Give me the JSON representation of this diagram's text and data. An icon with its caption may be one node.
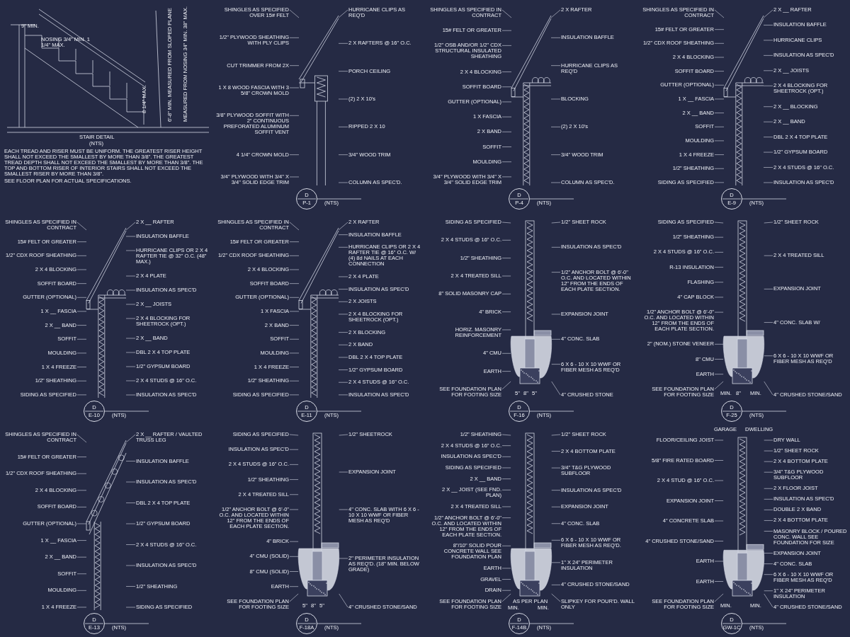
{
  "diagram": {
    "nodes": [
      {
        "text": [
          "SHINGLES AS SPECIFIED OVER 15# FELT"
        ]
      },
      {
        "text": [
          "1/2\" PLYWOOD SHEATHING WITH PLY CLIPS"
        ]
      },
      {
        "text": [
          "CUT TRIMMER FROM 2X"
        ]
      },
      {
        "text": [
          "1 X 8 WOOD FASCIA WITH 3 5/8\" CROWN MOLD"
        ]
      },
      {
        "text": [
          "3/8\" PLYWOOD SOFFIT WITH 2\" CONTINUOUS PREFORATED ALUMINUM SOFFIT VENT"
        ]
      },
      {
        "text": [
          "4 1/4\" CROWN MOLD"
        ]
      },
      {
        "text": [
          "3/4\" PLYWOOD WITH 3/4\" X 3/4\" SOLID EDGE TRIM"
        ]
      },
      {
        "text": [
          "HURRICANE CLIPS AS REQ'D"
        ]
      },
      {
        "text": [
          "2 X RAFTERS @ 16\" O.C."
        ]
      },
      {
        "text": [
          "PORCH CEILING"
        ]
      },
      {
        "text": [
          "(2) 2 X 10's"
        ]
      },
      {
        "text": [
          "RIPPED 2 X 10"
        ]
      },
      {
        "text": [
          "3/4\" WOOD TRIM"
        ]
      },
      {
        "text": [
          "COLUMN AS SPEC'D."
        ]
      },
      {
        "text": [
          "SHINGLES AS SPECIFIED IN CONTRACT"
        ]
      },
      {
        "text": [
          "15# FELT OR GREATER"
        ]
      },
      {
        "text": [
          "1/2\" OSB AND/OR 1/2\" CDX STRUCTURAL INSULATED SHEATHING"
        ]
      },
      {
        "text": [
          "2 X 4 BLOCKING"
        ]
      },
      {
        "text": [
          "SOFFIT BOARD"
        ]
      },
      {
        "text": [
          "GUTTER (OPTIONAL)"
        ]
      },
      {
        "text": [
          "1 X FASCIA"
        ]
      },
      {
        "text": [
          "2 X BAND"
        ]
      },
      {
        "text": [
          "SOFFIT"
        ]
      },
      {
        "text": [
          "MOULDING"
        ]
      },
      {
        "text": [
          "3/4\" PLYWOOD WITH 3/4\" X 3/4\" SOLID EDGE TRIM"
        ]
      },
      {
        "text": [
          "2 X RAFTER"
        ]
      },
      {
        "text": [
          "INSULATION BAFFLE"
        ]
      },
      {
        "text": [
          "HURRICANE CLIPS AS REQ'D"
        ]
      },
      {
        "text": [
          "BLOCKING"
        ]
      },
      {
        "text": [
          "(2) 2 X 10's"
        ]
      },
      {
        "text": [
          "3/4\" WOOD TRIM"
        ]
      },
      {
        "text": [
          "COLUMN AS SPEC'D."
        ]
      },
      {
        "text": [
          "SHINGLES AS SPECIFIED IN CONTRACT"
        ]
      },
      {
        "text": [
          "15# FELT OR GREATER"
        ]
      },
      {
        "text": [
          "1/2\" CDX ROOF SHEATHING"
        ]
      },
      {
        "text": [
          "2 X 4 BLOCKING"
        ]
      },
      {
        "text": [
          "SOFFIT BOARD"
        ]
      },
      {
        "text": [
          "GUTTER (OPTIONAL)"
        ]
      },
      {
        "text": [
          "1 X __ FASCIA"
        ]
      },
      {
        "text": [
          "2 X __ BAND"
        ]
      },
      {
        "text": [
          "SOFFIT"
        ]
      },
      {
        "text": [
          "MOULDING"
        ]
      },
      {
        "text": [
          "1 X 4 FREEZE"
        ]
      },
      {
        "text": [
          "1/2\" SHEATHING"
        ]
      },
      {
        "text": [
          "SIDING AS SPECIFIED"
        ]
      },
      {
        "text": [
          "2 X __ RAFTER"
        ]
      },
      {
        "text": [
          "INSULATION BAFFLE"
        ]
      },
      {
        "text": [
          "HURRICANE CLIPS"
        ]
      },
      {
        "text": [
          "INSULATION AS SPEC'D"
        ]
      },
      {
        "text": [
          "2 X __ JOISTS"
        ]
      },
      {
        "text": [
          "2 X 4 BLOCKING FOR SHEETROCK (OPT.)"
        ]
      },
      {
        "text": [
          "2 X __ BLOCKING"
        ]
      },
      {
        "text": [
          "2 X __ BAND"
        ]
      },
      {
        "text": [
          "DBL 2 X 4 TOP PLATE"
        ]
      },
      {
        "text": [
          "1/2\" GYPSUM BOARD"
        ]
      },
      {
        "text": [
          "2 X 4 STUDS @ 16\" O.C."
        ]
      },
      {
        "text": [
          "INSULATION AS SPEC'D"
        ]
      },
      {
        "text": [
          "SHINGLES AS SPECIFIED IN CONTRACT"
        ]
      },
      {
        "text": [
          "15# FELT OR GREATER"
        ]
      },
      {
        "text": [
          "1/2\" CDX ROOF SHEATHING"
        ]
      },
      {
        "text": [
          "2 X 4 BLOCKING"
        ]
      },
      {
        "text": [
          "SOFFIT BOARD"
        ]
      },
      {
        "text": [
          "GUTTER (OPTIONAL)"
        ]
      },
      {
        "text": [
          "1 X __ FASCIA"
        ]
      },
      {
        "text": [
          "2 X __ BAND"
        ]
      },
      {
        "text": [
          "SOFFIT"
        ]
      },
      {
        "text": [
          "MOULDING"
        ]
      },
      {
        "text": [
          "1 X 4 FREEZE"
        ]
      },
      {
        "text": [
          "1/2\" SHEATHING"
        ]
      },
      {
        "text": [
          "SIDING AS SPECIFIED"
        ]
      },
      {
        "text": [
          "2 X __ RAFTER"
        ]
      },
      {
        "text": [
          "INSULATION BAFFLE"
        ]
      },
      {
        "text": [
          "HURRICANE CLIPS OR 2 X 4 RAFTER TIE @ 32\" O.C. (48\" MAX.)"
        ]
      },
      {
        "text": [
          "2 X 4 PLATE"
        ]
      },
      {
        "text": [
          "INSULATION AS SPEC'D"
        ]
      },
      {
        "text": [
          "2 X __ JOISTS"
        ]
      },
      {
        "text": [
          "2 X 4 BLOCKING FOR SHEETROCK (OPT.)"
        ]
      },
      {
        "text": [
          "2 X __ BAND"
        ]
      },
      {
        "text": [
          "DBL 2 X 4 TOP PLATE"
        ]
      },
      {
        "text": [
          "1/2\" GYPSUM BOARD"
        ]
      },
      {
        "text": [
          "2 X 4 STUDS @ 16\" O.C."
        ]
      },
      {
        "text": [
          "INSULATION AS SPEC'D"
        ]
      },
      {
        "text": [
          "SHINGLES AS SPECIFIED IN CONTRACT"
        ]
      },
      {
        "text": [
          "15# FELT OR GREATER"
        ]
      },
      {
        "text": [
          "1/2\" CDX ROOF SHEATHING"
        ]
      },
      {
        "text": [
          "2 X 4 BLOCKING"
        ]
      },
      {
        "text": [
          "SOFFIT BOARD"
        ]
      },
      {
        "text": [
          "GUTTER (OPTIONAL)"
        ]
      },
      {
        "text": [
          "1 X FASCIA"
        ]
      },
      {
        "text": [
          "2 X BAND"
        ]
      },
      {
        "text": [
          "SOFFIT"
        ]
      },
      {
        "text": [
          "MOULDING"
        ]
      },
      {
        "text": [
          "1 X 4 FREEZE"
        ]
      },
      {
        "text": [
          "1/2\" SHEATHING"
        ]
      },
      {
        "text": [
          "SIDING AS SPECIFIED"
        ]
      },
      {
        "text": [
          "2 X RAFTER"
        ]
      },
      {
        "text": [
          "INSULATION BAFFLE"
        ]
      },
      {
        "text": [
          "HURRICANE CLIPS OR 2 X 4 RAFTER TIE @ 16\" O.C. W/ (4) 8d NAILS AT EACH CONNECTION"
        ]
      },
      {
        "text": [
          "2 X 4 PLATE"
        ]
      },
      {
        "text": [
          "INSULATION AS SPEC'D"
        ]
      },
      {
        "text": [
          "2 X JOISTS"
        ]
      },
      {
        "text": [
          "2 X 4 BLOCKING FOR SHEETROCK (OPT.)"
        ]
      },
      {
        "text": [
          "2 X BLOCKING"
        ]
      },
      {
        "text": [
          "2 X BAND"
        ]
      },
      {
        "text": [
          "DBL 2 X 4 TOP PLATE"
        ]
      },
      {
        "text": [
          "1/2\" GYPSUM BOARD"
        ]
      },
      {
        "text": [
          "2 X 4 STUDS @ 16\" O.C."
        ]
      },
      {
        "text": [
          "INSULATION AS SPEC'D"
        ]
      },
      {
        "text": [
          "SIDING AS SPECIFIED"
        ]
      },
      {
        "text": [
          "2 X 4 STUDS @ 16\" O.C."
        ]
      },
      {
        "text": [
          "1/2\" SHEATHING"
        ]
      },
      {
        "text": [
          "2 X 4 TREATED SILL"
        ]
      },
      {
        "text": [
          "8\" SOLID MASONRY CAP"
        ]
      },
      {
        "text": [
          "4\" BRICK"
        ]
      },
      {
        "text": [
          "HORIZ. MASONRY REINFORCEMENT"
        ]
      },
      {
        "text": [
          "4\" CMU"
        ]
      },
      {
        "text": [
          "EARTH"
        ]
      },
      {
        "text": [
          "SEE FOUNDATION PLAN FOR FOOTING SIZE"
        ]
      },
      {
        "text": [
          "1/2\" SHEET ROCK"
        ]
      },
      {
        "text": [
          "INSULATION AS SPEC'D"
        ]
      },
      {
        "text": [
          "1/2\" ANCHOR BOLT @ 6'-0\" O.C. AND LOCATED WITHIN 12\" FROM THE ENDS OF EACH PLATE SECTION."
        ]
      },
      {
        "text": [
          "EXPANSION JOINT"
        ]
      },
      {
        "text": [
          "4\" CONC. SLAB"
        ]
      },
      {
        "text": [
          "6 X 6 - 10 X 10 WWF OR FIBER MESH AS REQ'D"
        ]
      },
      {
        "text": [
          "4\" CRUSHED STONE"
        ]
      },
      {
        "text": [
          "SIDING AS SPECIFIED"
        ]
      },
      {
        "text": [
          "1/2\" SHEATHING"
        ]
      },
      {
        "text": [
          "2 X 4 STUDS @ 16\" O.C."
        ]
      },
      {
        "text": [
          "R-13 INSULATION"
        ]
      },
      {
        "text": [
          "FLASHING"
        ]
      },
      {
        "text": [
          "4\" CAP BLOCK"
        ]
      },
      {
        "text": [
          "1/2\" ANCHOR BOLT @ 6'-0\" O.C. AND LOCATED WITHIN 12\" FROM THE ENDS OF EACH PLATE SECTION."
        ]
      },
      {
        "text": [
          "2\" (NOM.) STONE VENEER"
        ]
      },
      {
        "text": [
          "8\" CMU"
        ]
      },
      {
        "text": [
          "EARTH"
        ]
      },
      {
        "text": [
          "SEE FOUNDATION PLAN FOR FOOTING SIZE"
        ]
      },
      {
        "text": [
          "1/2\" SHEET ROCK"
        ]
      },
      {
        "text": [
          "2 X 4 TREATED SILL"
        ]
      },
      {
        "text": [
          "EXPANSION JOINT"
        ]
      },
      {
        "text": [
          "4\" CONC. SLAB W/"
        ]
      },
      {
        "text": [
          "6 X 6 - 10 X 10 WWF OR FIBER MESH AS REQ'D"
        ]
      },
      {
        "text": [
          "4\" CRUSHED STONE/SAND"
        ]
      },
      {
        "text": [
          "SHINGLES AS SPECIFIED IN CONTRACT"
        ]
      },
      {
        "text": [
          "15# FELT OR GREATER"
        ]
      },
      {
        "text": [
          "1/2\" CDX ROOF SHEATHING"
        ]
      },
      {
        "text": [
          "2 X 4 BLOCKING"
        ]
      },
      {
        "text": [
          "SOFFIT BOARD"
        ]
      },
      {
        "text": [
          "GUTTER (OPTIONAL)"
        ]
      },
      {
        "text": [
          "1 X __ FASCIA"
        ]
      },
      {
        "text": [
          "2 X __ BAND"
        ]
      },
      {
        "text": [
          "SOFFIT"
        ]
      },
      {
        "text": [
          "MOULDING"
        ]
      },
      {
        "text": [
          "1 X 4 FREEZE"
        ]
      },
      {
        "text": [
          "2 X __ RAFTER / VAULTED TRUSS LEG"
        ]
      },
      {
        "text": [
          "INSULATION BAFFLE"
        ]
      },
      {
        "text": [
          "INSULATION AS SPEC'D"
        ]
      },
      {
        "text": [
          "DBL 2 X 4 TOP PLATE"
        ]
      },
      {
        "text": [
          "1/2\" GYPSUM BOARD"
        ]
      },
      {
        "text": [
          "2 X 4 STUDS @ 16\" O.C."
        ]
      },
      {
        "text": [
          "INSULATION AS SPEC'D"
        ]
      },
      {
        "text": [
          "1/2\" SHEATHING"
        ]
      },
      {
        "text": [
          "SIDING AS SPECIFIED"
        ]
      },
      {
        "text": [
          "SIDING AS SPECIFIED"
        ]
      },
      {
        "text": [
          "INSULATION AS SPEC'D"
        ]
      },
      {
        "text": [
          "2 X 4 STUDS @ 16\" O.C."
        ]
      },
      {
        "text": [
          "1/2\" SHEATHING"
        ]
      },
      {
        "text": [
          "2 X 4 TREATED SILL"
        ]
      },
      {
        "text": [
          "1/2\" ANCHOR BOLT @ 6'-0\" O.C. AND LOCATED WITHIN 12\" FROM THE ENDS OF EACH PLATE SECTION."
        ]
      },
      {
        "text": [
          "4\" BRICK"
        ]
      },
      {
        "text": [
          "4\" CMU (SOLID)"
        ]
      },
      {
        "text": [
          "8\" CMU (SOLID)"
        ]
      },
      {
        "text": [
          "EARTH"
        ]
      },
      {
        "text": [
          "SEE FOUNDATION PLAN FOR FOOTING SIZE"
        ]
      },
      {
        "text": [
          "1/2\" SHEETROCK"
        ]
      },
      {
        "text": [
          "EXPANSION JOINT"
        ]
      },
      {
        "text": [
          "4\" CONC. SLAB WITH 6 X 6 - 10 X 10 WWF OR FIBER MESH AS REQ'D"
        ]
      },
      {
        "text": [
          "2\" PERIMETER INSULATION AS REQ'D. (18\" MIN. BELOW GRADE)"
        ]
      },
      {
        "text": [
          "4\" CRUSHED STONE/SAND"
        ]
      },
      {
        "text": [
          "1/2\" SHEATHING"
        ]
      },
      {
        "text": [
          "2 X 4 STUDS @ 16\" O.C."
        ]
      },
      {
        "text": [
          "INSULATION AS SPEC'D"
        ]
      },
      {
        "text": [
          "SIDING AS SPECIFIED"
        ]
      },
      {
        "text": [
          "2 X __ BAND"
        ]
      },
      {
        "text": [
          "2 X __ JOIST (SEE FND. PLAN)"
        ]
      },
      {
        "text": [
          "2 X 4 TREATED SILL"
        ]
      },
      {
        "text": [
          "1/2\" ANCHOR BOLT @ 6'-0\" O.C. AND LOCATED WITHIN 12\" FROM THE ENDS OF EACH PLATE SECTION."
        ]
      },
      {
        "text": [
          "8\"/10\" SOLID POUR CONCRETE WALL SEE FOUNDATION PLAN"
        ]
      },
      {
        "text": [
          "EARTH"
        ]
      },
      {
        "text": [
          "GRAVEL"
        ]
      },
      {
        "text": [
          "DRAIN"
        ]
      },
      {
        "text": [
          "SEE FOUNDATION PLAN FOR FOOTING SIZE"
        ]
      },
      {
        "text": [
          "1/2\" SHEET ROCK"
        ]
      },
      {
        "text": [
          "2 X 4 BOTTOM PLATE"
        ]
      },
      {
        "text": [
          "3/4\" T&G PLYWOOD SUBFLOOR"
        ]
      },
      {
        "text": [
          "INSULATION AS SPEC'D"
        ]
      },
      {
        "text": [
          "EXPANSION JOINT"
        ]
      },
      {
        "text": [
          "4\" CONC. SLAB"
        ]
      },
      {
        "text": [
          "6 X 6 - 10 X 10 WWF OR FIBER MESH AS REQ'D."
        ]
      },
      {
        "text": [
          "1\" X 24\" PERIMETER INSULATION"
        ]
      },
      {
        "text": [
          "4\" CRUSHED STONE/SAND"
        ]
      },
      {
        "text": [
          "SLIPKEY FOR POUR'D. WALL ONLY"
        ]
      },
      {
        "text": [
          "FLOOR/CEILING JOIST"
        ]
      },
      {
        "text": [
          "5/8\" FIRE RATED BOARD"
        ]
      },
      {
        "text": [
          "2 X 4 STUD @ 16\" O.C."
        ]
      },
      {
        "text": [
          "EXPANSION JOINT"
        ]
      },
      {
        "text": [
          "4\" CONCRETE SLAB"
        ]
      },
      {
        "text": [
          "4\" CRUSHED STONE/SAND"
        ]
      },
      {
        "text": [
          "EARTH"
        ]
      },
      {
        "text": [
          "EARTH"
        ]
      },
      {
        "text": [
          "SEE FOUNDATION PLAN FOR FOOTING SIZE"
        ]
      },
      {
        "text": [
          "DRY WALL"
        ]
      },
      {
        "text": [
          "1/2\" SHEET ROCK"
        ]
      },
      {
        "text": [
          "2 X 4 BOTTOM PLATE"
        ]
      },
      {
        "text": [
          "3/4\" T&G PLYWOOD SUBFLOOR"
        ]
      },
      {
        "text": [
          "2 X FLOOR JOIST"
        ]
      },
      {
        "text": [
          "INSULATION AS SPEC'D"
        ]
      },
      {
        "text": [
          "DOUBLE 2 X BAND"
        ]
      },
      {
        "text": [
          "2 X 4 BOTTOM PLATE"
        ]
      },
      {
        "text": [
          "MASONRY BLOCK / POURED CONC. WALL SEE FOUNDATION FOR SIZE"
        ]
      },
      {
        "text": [
          "EXPANSION JOINT"
        ]
      },
      {
        "text": [
          "4\" CONC. SLAB"
        ]
      },
      {
        "text": [
          "6 X 6 - 10 X 10 WWF OR FIBER MESH AS REQ'D"
        ]
      },
      {
        "text": [
          "1\" X 24\" PERIMETER INSULATION"
        ]
      },
      {
        "text": [
          "4\" CRUSHED STONE/SAND"
        ]
      },
      {
        "text": [],
        "shape": "picture"
      },
      {
        "text": [],
        "shape": "picture"
      },
      {
        "text": [],
        "shape": "picture"
      },
      {
        "text": [],
        "shape": "picture"
      },
      {
        "text": [],
        "shape": "picture"
      },
      {
        "text": [],
        "shape": "picture"
      },
      {
        "text": [],
        "shape": "picture"
      },
      {
        "text": [],
        "shape": "picture"
      },
      {
        "text": [],
        "shape": "picture"
      },
      {
        "text": [],
        "shape": "picture"
      },
      {
        "text": [],
        "shape": "picture"
      }
    ],
    "edges": [
      {
        "from": 0,
        "to": 224,
        "arrow": "none"
      },
      {
        "from": 1,
        "to": 224,
        "arrow": "none"
      },
      {
        "from": 2,
        "to": 224,
        "arrow": "none"
      },
      {
        "from": 3,
        "to": 224,
        "arrow": "none"
      },
      {
        "from": 4,
        "to": 224,
        "arrow": "none"
      },
      {
        "from": 5,
        "to": 224,
        "arrow": "none"
      },
      {
        "from": 6,
        "to": 224,
        "arrow": "none"
      },
      {
        "from": 7,
        "to": 224,
        "arrow": "none"
      },
      {
        "from": 8,
        "to": 224,
        "arrow": "none"
      },
      {
        "from": 9,
        "to": 224,
        "arrow": "none"
      },
      {
        "from": 10,
        "to": 224,
        "arrow": "none"
      },
      {
        "from": 11,
        "to": 224,
        "arrow": "none"
      },
      {
        "from": 12,
        "to": 224,
        "arrow": "none"
      },
      {
        "from": 13,
        "to": 224,
        "arrow": "none"
      },
      {
        "from": 14,
        "to": 225,
        "arrow": "none"
      },
      {
        "from": 15,
        "to": 225,
        "arrow": "none"
      },
      {
        "from": 16,
        "to": 225,
        "arrow": "none"
      },
      {
        "from": 17,
        "to": 225,
        "arrow": "none"
      },
      {
        "from": 18,
        "to": 225,
        "arrow": "none"
      },
      {
        "from": 19,
        "to": 225,
        "arrow": "none"
      },
      {
        "from": 20,
        "to": 225,
        "arrow": "none"
      },
      {
        "from": 21,
        "to": 225,
        "arrow": "none"
      },
      {
        "from": 22,
        "to": 225,
        "arrow": "none"
      },
      {
        "from": 23,
        "to": 225,
        "arrow": "none"
      },
      {
        "from": 24,
        "to": 225,
        "arrow": "none"
      },
      {
        "from": 25,
        "to": 225,
        "arrow": "none"
      },
      {
        "from": 26,
        "to": 225,
        "arrow": "none"
      },
      {
        "from": 27,
        "to": 225,
        "arrow": "none"
      },
      {
        "from": 28,
        "to": 225,
        "arrow": "none"
      },
      {
        "from": 29,
        "to": 225,
        "arrow": "none"
      },
      {
        "from": 30,
        "to": 225,
        "arrow": "none"
      },
      {
        "from": 31,
        "to": 225,
        "arrow": "none"
      },
      {
        "from": 32,
        "to": 226,
        "arrow": "none"
      },
      {
        "from": 33,
        "to": 226,
        "arrow": "none"
      },
      {
        "from": 34,
        "to": 226,
        "arrow": "none"
      },
      {
        "from": 35,
        "to": 226,
        "arrow": "none"
      },
      {
        "from": 36,
        "to": 226,
        "arrow": "none"
      },
      {
        "from": 37,
        "to": 226,
        "arrow": "none"
      },
      {
        "from": 38,
        "to": 226,
        "arrow": "none"
      },
      {
        "from": 39,
        "to": 226,
        "arrow": "none"
      },
      {
        "from": 40,
        "to": 226,
        "arrow": "none"
      },
      {
        "from": 41,
        "to": 226,
        "arrow": "none"
      },
      {
        "from": 42,
        "to": 226,
        "arrow": "none"
      },
      {
        "from": 43,
        "to": 226,
        "arrow": "none"
      },
      {
        "from": 44,
        "to": 226,
        "arrow": "none"
      },
      {
        "from": 45,
        "to": 226,
        "arrow": "none"
      },
      {
        "from": 46,
        "to": 226,
        "arrow": "none"
      },
      {
        "from": 47,
        "to": 226,
        "arrow": "none"
      },
      {
        "from": 48,
        "to": 226,
        "arrow": "none"
      },
      {
        "from": 49,
        "to": 226,
        "arrow": "none"
      },
      {
        "from": 50,
        "to": 226,
        "arrow": "none"
      },
      {
        "from": 51,
        "to": 226,
        "arrow": "none"
      },
      {
        "from": 52,
        "to": 226,
        "arrow": "none"
      },
      {
        "from": 53,
        "to": 226,
        "arrow": "none"
      },
      {
        "from": 54,
        "to": 226,
        "arrow": "none"
      },
      {
        "from": 55,
        "to": 226,
        "arrow": "none"
      },
      {
        "from": 56,
        "to": 226,
        "arrow": "none"
      },
      {
        "from": 57,
        "to": 227,
        "arrow": "none"
      },
      {
        "from": 58,
        "to": 227,
        "arrow": "none"
      },
      {
        "from": 59,
        "to": 227,
        "arrow": "none"
      },
      {
        "from": 60,
        "to": 227,
        "arrow": "none"
      },
      {
        "from": 61,
        "to": 227,
        "arrow": "none"
      },
      {
        "from": 62,
        "to": 227,
        "arrow": "none"
      },
      {
        "from": 63,
        "to": 227,
        "arrow": "none"
      },
      {
        "from": 64,
        "to": 227,
        "arrow": "none"
      },
      {
        "from": 65,
        "to": 227,
        "arrow": "none"
      },
      {
        "from": 66,
        "to": 227,
        "arrow": "none"
      },
      {
        "from": 67,
        "to": 227,
        "arrow": "none"
      },
      {
        "from": 68,
        "to": 227,
        "arrow": "none"
      },
      {
        "from": 69,
        "to": 227,
        "arrow": "none"
      },
      {
        "from": 70,
        "to": 227,
        "arrow": "none"
      },
      {
        "from": 71,
        "to": 227,
        "arrow": "none"
      },
      {
        "from": 72,
        "to": 227,
        "arrow": "none"
      },
      {
        "from": 73,
        "to": 227,
        "arrow": "none"
      },
      {
        "from": 74,
        "to": 227,
        "arrow": "none"
      },
      {
        "from": 75,
        "to": 227,
        "arrow": "none"
      },
      {
        "from": 76,
        "to": 227,
        "arrow": "none"
      },
      {
        "from": 77,
        "to": 227,
        "arrow": "none"
      },
      {
        "from": 78,
        "to": 227,
        "arrow": "none"
      },
      {
        "from": 79,
        "to": 227,
        "arrow": "none"
      },
      {
        "from": 80,
        "to": 227,
        "arrow": "none"
      },
      {
        "from": 81,
        "to": 227,
        "arrow": "none"
      },
      {
        "from": 82,
        "to": 228,
        "arrow": "none"
      },
      {
        "from": 83,
        "to": 228,
        "arrow": "none"
      },
      {
        "from": 84,
        "to": 228,
        "arrow": "none"
      },
      {
        "from": 85,
        "to": 228,
        "arrow": "none"
      },
      {
        "from": 86,
        "to": 228,
        "arrow": "none"
      },
      {
        "from": 87,
        "to": 228,
        "arrow": "none"
      },
      {
        "from": 88,
        "to": 228,
        "arrow": "none"
      },
      {
        "from": 89,
        "to": 228,
        "arrow": "none"
      },
      {
        "from": 90,
        "to": 228,
        "arrow": "none"
      },
      {
        "from": 91,
        "to": 228,
        "arrow": "none"
      },
      {
        "from": 92,
        "to": 228,
        "arrow": "none"
      },
      {
        "from": 93,
        "to": 228,
        "arrow": "none"
      },
      {
        "from": 94,
        "to": 228,
        "arrow": "none"
      },
      {
        "from": 95,
        "to": 228,
        "arrow": "none"
      },
      {
        "from": 96,
        "to": 228,
        "arrow": "none"
      },
      {
        "from": 97,
        "to": 228,
        "arrow": "none"
      },
      {
        "from": 98,
        "to": 228,
        "arrow": "none"
      },
      {
        "from": 99,
        "to": 228,
        "arrow": "none"
      },
      {
        "from": 100,
        "to": 228,
        "arrow": "none"
      },
      {
        "from": 101,
        "to": 228,
        "arrow": "none"
      },
      {
        "from": 102,
        "to": 228,
        "arrow": "none"
      },
      {
        "from": 103,
        "to": 228,
        "arrow": "none"
      },
      {
        "from": 104,
        "to": 228,
        "arrow": "none"
      },
      {
        "from": 105,
        "to": 228,
        "arrow": "none"
      },
      {
        "from": 106,
        "to": 228,
        "arrow": "none"
      },
      {
        "from": 107,
        "to": 228,
        "arrow": "none"
      },
      {
        "from": 108,
        "to": 229,
        "arrow": "none"
      },
      {
        "from": 109,
        "to": 229,
        "arrow": "none"
      },
      {
        "from": 110,
        "to": 229,
        "arrow": "none"
      },
      {
        "from": 111,
        "to": 229,
        "arrow": "none"
      },
      {
        "from": 112,
        "to": 229,
        "arrow": "none"
      },
      {
        "from": 113,
        "to": 229,
        "arrow": "none"
      },
      {
        "from": 114,
        "to": 229,
        "arrow": "none"
      },
      {
        "from": 115,
        "to": 229,
        "arrow": "none"
      },
      {
        "from": 116,
        "to": 229,
        "arrow": "none"
      },
      {
        "from": 117,
        "to": 229,
        "arrow": "none"
      },
      {
        "from": 118,
        "to": 229,
        "arrow": "none"
      },
      {
        "from": 119,
        "to": 229,
        "arrow": "none"
      },
      {
        "from": 120,
        "to": 229,
        "arrow": "none"
      },
      {
        "from": 121,
        "to": 229,
        "arrow": "none"
      },
      {
        "from": 122,
        "to": 229,
        "arrow": "none"
      },
      {
        "from": 123,
        "to": 229,
        "arrow": "none"
      },
      {
        "from": 124,
        "to": 229,
        "arrow": "none"
      },
      {
        "from": 125,
        "to": 230,
        "arrow": "none"
      },
      {
        "from": 126,
        "to": 230,
        "arrow": "none"
      },
      {
        "from": 127,
        "to": 230,
        "arrow": "none"
      },
      {
        "from": 128,
        "to": 230,
        "arrow": "none"
      },
      {
        "from": 129,
        "to": 230,
        "arrow": "none"
      },
      {
        "from": 130,
        "to": 230,
        "arrow": "none"
      },
      {
        "from": 131,
        "to": 230,
        "arrow": "none"
      },
      {
        "from": 132,
        "to": 230,
        "arrow": "none"
      },
      {
        "from": 133,
        "to": 230,
        "arrow": "none"
      },
      {
        "from": 134,
        "to": 230,
        "arrow": "none"
      },
      {
        "from": 135,
        "to": 230,
        "arrow": "none"
      },
      {
        "from": 136,
        "to": 230,
        "arrow": "none"
      },
      {
        "from": 137,
        "to": 230,
        "arrow": "none"
      },
      {
        "from": 138,
        "to": 230,
        "arrow": "none"
      },
      {
        "from": 139,
        "to": 230,
        "arrow": "none"
      },
      {
        "from": 140,
        "to": 230,
        "arrow": "none"
      },
      {
        "from": 141,
        "to": 230,
        "arrow": "none"
      },
      {
        "from": 142,
        "to": 231,
        "arrow": "none"
      },
      {
        "from": 143,
        "to": 231,
        "arrow": "none"
      },
      {
        "from": 144,
        "to": 231,
        "arrow": "none"
      },
      {
        "from": 145,
        "to": 231,
        "arrow": "none"
      },
      {
        "from": 146,
        "to": 231,
        "arrow": "none"
      },
      {
        "from": 147,
        "to": 231,
        "arrow": "none"
      },
      {
        "from": 148,
        "to": 231,
        "arrow": "none"
      },
      {
        "from": 149,
        "to": 231,
        "arrow": "none"
      },
      {
        "from": 150,
        "to": 231,
        "arrow": "none"
      },
      {
        "from": 151,
        "to": 231,
        "arrow": "none"
      },
      {
        "from": 152,
        "to": 231,
        "arrow": "none"
      },
      {
        "from": 153,
        "to": 231,
        "arrow": "none"
      },
      {
        "from": 154,
        "to": 231,
        "arrow": "none"
      },
      {
        "from": 155,
        "to": 231,
        "arrow": "none"
      },
      {
        "from": 156,
        "to": 231,
        "arrow": "none"
      },
      {
        "from": 157,
        "to": 231,
        "arrow": "none"
      },
      {
        "from": 158,
        "to": 231,
        "arrow": "none"
      },
      {
        "from": 159,
        "to": 231,
        "arrow": "none"
      },
      {
        "from": 160,
        "to": 231,
        "arrow": "none"
      },
      {
        "from": 161,
        "to": 231,
        "arrow": "none"
      },
      {
        "from": 162,
        "to": 232,
        "arrow": "none"
      },
      {
        "from": 163,
        "to": 232,
        "arrow": "none"
      },
      {
        "from": 164,
        "to": 232,
        "arrow": "none"
      },
      {
        "from": 165,
        "to": 232,
        "arrow": "none"
      },
      {
        "from": 166,
        "to": 232,
        "arrow": "none"
      },
      {
        "from": 167,
        "to": 232,
        "arrow": "none"
      },
      {
        "from": 168,
        "to": 232,
        "arrow": "none"
      },
      {
        "from": 169,
        "to": 232,
        "arrow": "none"
      },
      {
        "from": 170,
        "to": 232,
        "arrow": "none"
      },
      {
        "from": 171,
        "to": 232,
        "arrow": "none"
      },
      {
        "from": 172,
        "to": 232,
        "arrow": "none"
      },
      {
        "from": 173,
        "to": 232,
        "arrow": "none"
      },
      {
        "from": 174,
        "to": 232,
        "arrow": "none"
      },
      {
        "from": 175,
        "to": 232,
        "arrow": "none"
      },
      {
        "from": 176,
        "to": 232,
        "arrow": "none"
      },
      {
        "from": 177,
        "to": 232,
        "arrow": "none"
      },
      {
        "from": 178,
        "to": 233,
        "arrow": "none"
      },
      {
        "from": 179,
        "to": 233,
        "arrow": "none"
      },
      {
        "from": 180,
        "to": 233,
        "arrow": "none"
      },
      {
        "from": 181,
        "to": 233,
        "arrow": "none"
      },
      {
        "from": 182,
        "to": 233,
        "arrow": "none"
      },
      {
        "from": 183,
        "to": 233,
        "arrow": "none"
      },
      {
        "from": 184,
        "to": 233,
        "arrow": "none"
      },
      {
        "from": 185,
        "to": 233,
        "arrow": "none"
      },
      {
        "from": 186,
        "to": 233,
        "arrow": "none"
      },
      {
        "from": 187,
        "to": 233,
        "arrow": "none"
      },
      {
        "from": 188,
        "to": 233,
        "arrow": "none"
      },
      {
        "from": 189,
        "to": 233,
        "arrow": "none"
      },
      {
        "from": 190,
        "to": 233,
        "arrow": "none"
      },
      {
        "from": 191,
        "to": 233,
        "arrow": "none"
      },
      {
        "from": 192,
        "to": 233,
        "arrow": "none"
      },
      {
        "from": 193,
        "to": 233,
        "arrow": "none"
      },
      {
        "from": 194,
        "to": 233,
        "arrow": "none"
      },
      {
        "from": 195,
        "to": 233,
        "arrow": "none"
      },
      {
        "from": 196,
        "to": 233,
        "arrow": "none"
      },
      {
        "from": 197,
        "to": 233,
        "arrow": "none"
      },
      {
        "from": 198,
        "to": 233,
        "arrow": "none"
      },
      {
        "from": 199,
        "to": 233,
        "arrow": "none"
      },
      {
        "from": 200,
        "to": 233,
        "arrow": "none"
      },
      {
        "from": 201,
        "to": 234,
        "arrow": "none"
      },
      {
        "from": 202,
        "to": 234,
        "arrow": "none"
      },
      {
        "from": 203,
        "to": 234,
        "arrow": "none"
      },
      {
        "from": 204,
        "to": 234,
        "arrow": "none"
      },
      {
        "from": 205,
        "to": 234,
        "arrow": "none"
      },
      {
        "from": 206,
        "to": 234,
        "arrow": "none"
      },
      {
        "from": 207,
        "to": 234,
        "arrow": "none"
      },
      {
        "from": 208,
        "to": 234,
        "arrow": "none"
      },
      {
        "from": 209,
        "to": 234,
        "arrow": "none"
      },
      {
        "from": 210,
        "to": 234,
        "arrow": "none"
      },
      {
        "from": 211,
        "to": 234,
        "arrow": "none"
      },
      {
        "from": 212,
        "to": 234,
        "arrow": "none"
      },
      {
        "from": 213,
        "to": 234,
        "arrow": "none"
      },
      {
        "from": 214,
        "to": 234,
        "arrow": "none"
      },
      {
        "from": 215,
        "to": 234,
        "arrow": "none"
      },
      {
        "from": 216,
        "to": 234,
        "arrow": "none"
      },
      {
        "from": 217,
        "to": 234,
        "arrow": "none"
      },
      {
        "from": 218,
        "to": 234,
        "arrow": "none"
      },
      {
        "from": 219,
        "to": 234,
        "arrow": "none"
      },
      {
        "from": 220,
        "to": 234,
        "arrow": "none"
      },
      {
        "from": 221,
        "to": 234,
        "arrow": "none"
      },
      {
        "from": 222,
        "to": 234,
        "arrow": "none"
      },
      {
        "from": 223,
        "to": 234,
        "arrow": "none"
      }
    ],
    "labels": [
      "9\" MIN.",
      "NOSING 3/4\" MIN. 1 1/4\" MAX.",
      "8 1/4\" MAX.",
      "6'-8\" MIN. MEASURED FROM SLOPED PLANE",
      "MEASURED FROM NOSING 34\" MIN. 38\" MAX.",
      "STAIR DETAIL",
      "(NTS)",
      "EACH TREAD AND RISER MUST BE UNIFORM. THE GREATEST RISER HEIGHT SHALL NOT EXCEED THE SMALLEST BY MORE THAN 3/8\". THE GREATEST TREAD DEPTH SHALL NOT EXCEED THE SMALLEST BY MORE THAN 3/8\". THE TOP AND BOTTOM RISER OF INTERIOR STAIRS SHALL NOT EXCEED THE SMALLEST RISER BY MORE THAN 3/8\".",
      "SEE FLOOR PLAN FOR ACTUAL SPECIFICATIONS.",
      "D",
      "P-1",
      "(NTS)",
      "D",
      "P-4",
      "(NTS)",
      "D",
      "E-9",
      "(NTS)",
      "D",
      "E-10",
      "(NTS)",
      "D",
      "E-11",
      "(NTS)",
      "5\"",
      "8\"",
      "5\"",
      "D",
      "F-16",
      "(NTS)",
      "MIN.",
      "8\"",
      "MIN.",
      "D",
      "F-25",
      "(NTS)",
      "D",
      "E-13",
      "(NTS)",
      "5\"",
      "8\"",
      "5\"",
      "D",
      "F-18A",
      "(NTS)",
      "AS PER PLAN",
      "MIN.",
      "MIN.",
      "D",
      "F-14B",
      "(NTS)",
      "GARAGE",
      "DWELLING",
      "MIN.",
      "MIN.",
      "D",
      "GW-1C",
      "(NTS)"
    ]
  }
}
